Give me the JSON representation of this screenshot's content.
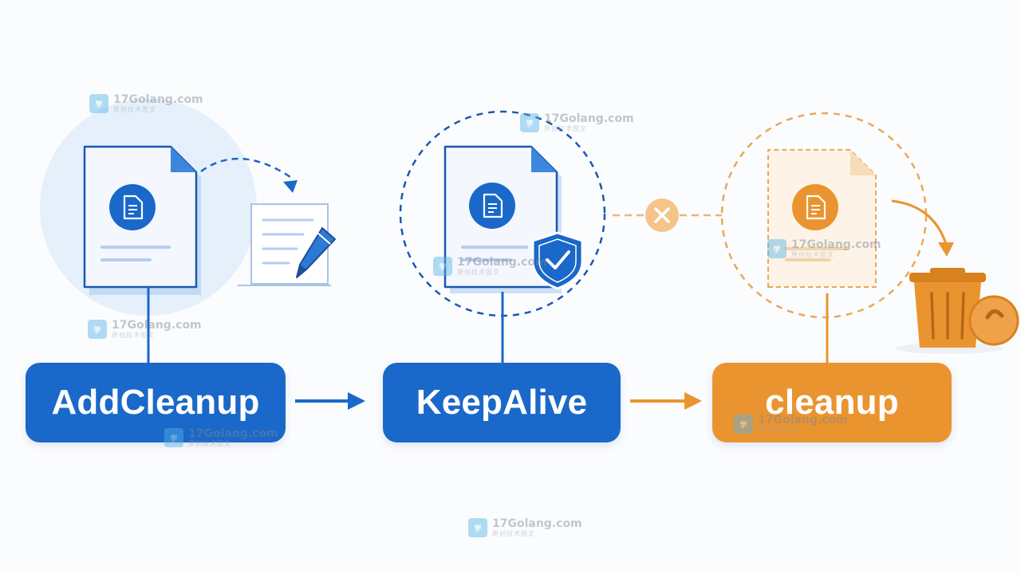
{
  "stages": [
    {
      "label": "AddCleanup",
      "color": "#1a68c9"
    },
    {
      "label": "KeepAlive",
      "color": "#1a68c9"
    },
    {
      "label": "cleanup",
      "color": "#ea9430"
    }
  ],
  "colors": {
    "blue": "#1a68c9",
    "light_blue": "#e6f0fb",
    "orange": "#ea9430",
    "light_orange": "#fdf3e6"
  },
  "icons": [
    "document-icon",
    "notepad-pencil-icon",
    "shield-check-icon",
    "close-circle-icon",
    "trash-bin-icon"
  ],
  "watermark": {
    "text": "17Golang.com",
    "subtext": "原创技术图文"
  }
}
